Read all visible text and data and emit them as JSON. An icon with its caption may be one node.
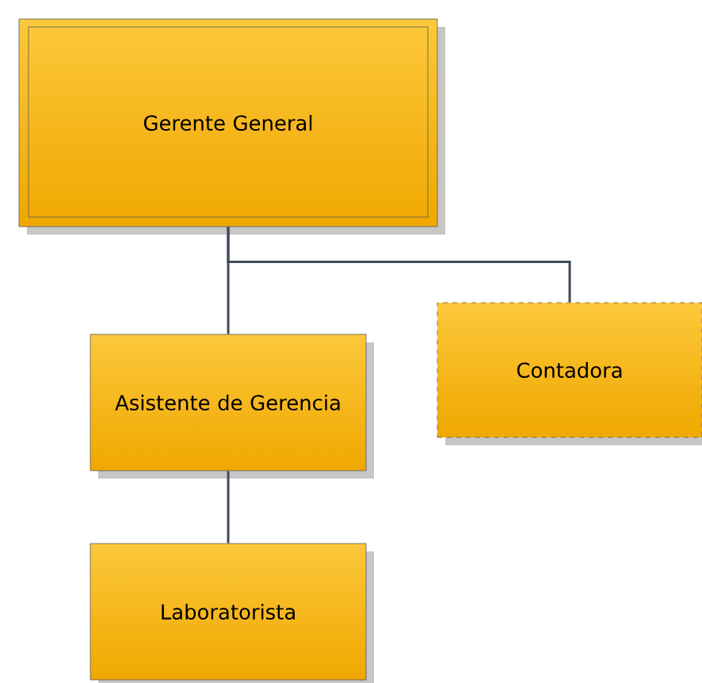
{
  "diagram": {
    "nodes": [
      {
        "text": [
          "Gerente General"
        ]
      },
      {
        "text": [
          "Asistente de Gerencia"
        ]
      },
      {
        "text": [
          "Contadora"
        ]
      },
      {
        "text": [
          "Laboratorista"
        ]
      }
    ],
    "edges": [
      {
        "from": 0,
        "to": 1,
        "arrow": "none"
      },
      {
        "from": 0,
        "to": 2,
        "arrow": "none"
      },
      {
        "from": 1,
        "to": 3,
        "arrow": "none"
      }
    ]
  }
}
